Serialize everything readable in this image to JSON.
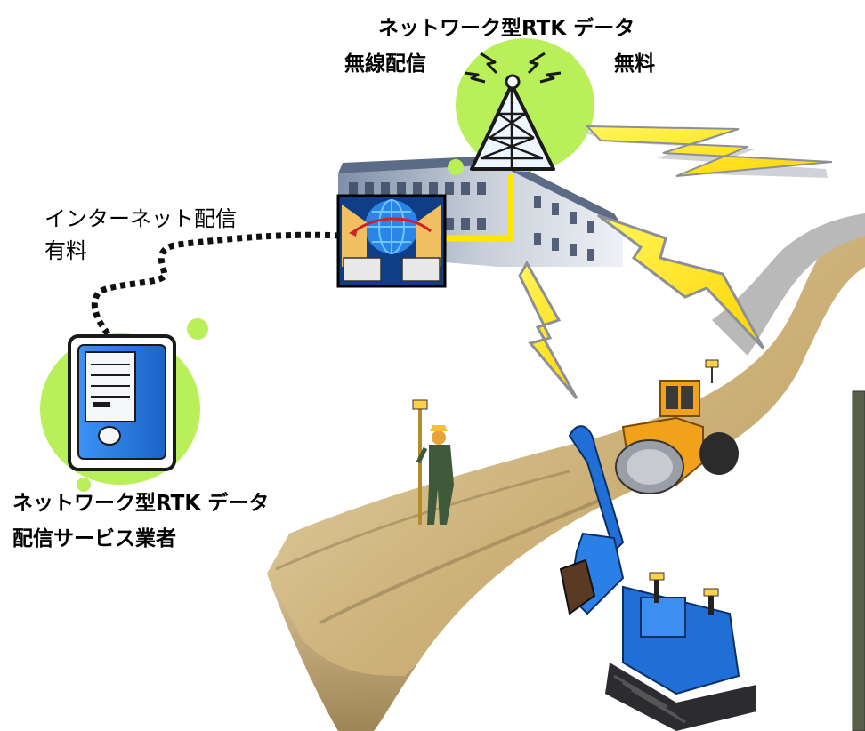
{
  "diagram": {
    "tower_title": "ネットワーク型RTK データ",
    "tower_left": "無線配信",
    "tower_right": "無料",
    "internet_line1": "インターネット配信",
    "internet_line2": "有料",
    "provider_line1": "ネットワーク型RTK データ",
    "provider_line2": "配信サービス業者"
  },
  "colors": {
    "accent_green": "#b9f05a",
    "server_blue": "#3a8ff0",
    "excavator_blue": "#1f6fd6",
    "roller_orange": "#f2a11a",
    "lightning_yellow": "#ffe600",
    "cable_yellow": "#ffe600",
    "road_sand": "#d8c394"
  },
  "icons": [
    "radio-tower-icon",
    "server-icon",
    "internet-gateway-icon",
    "lightning-icon",
    "excavator-icon",
    "road-roller-icon",
    "surveyor-icon",
    "office-building-icon"
  ]
}
